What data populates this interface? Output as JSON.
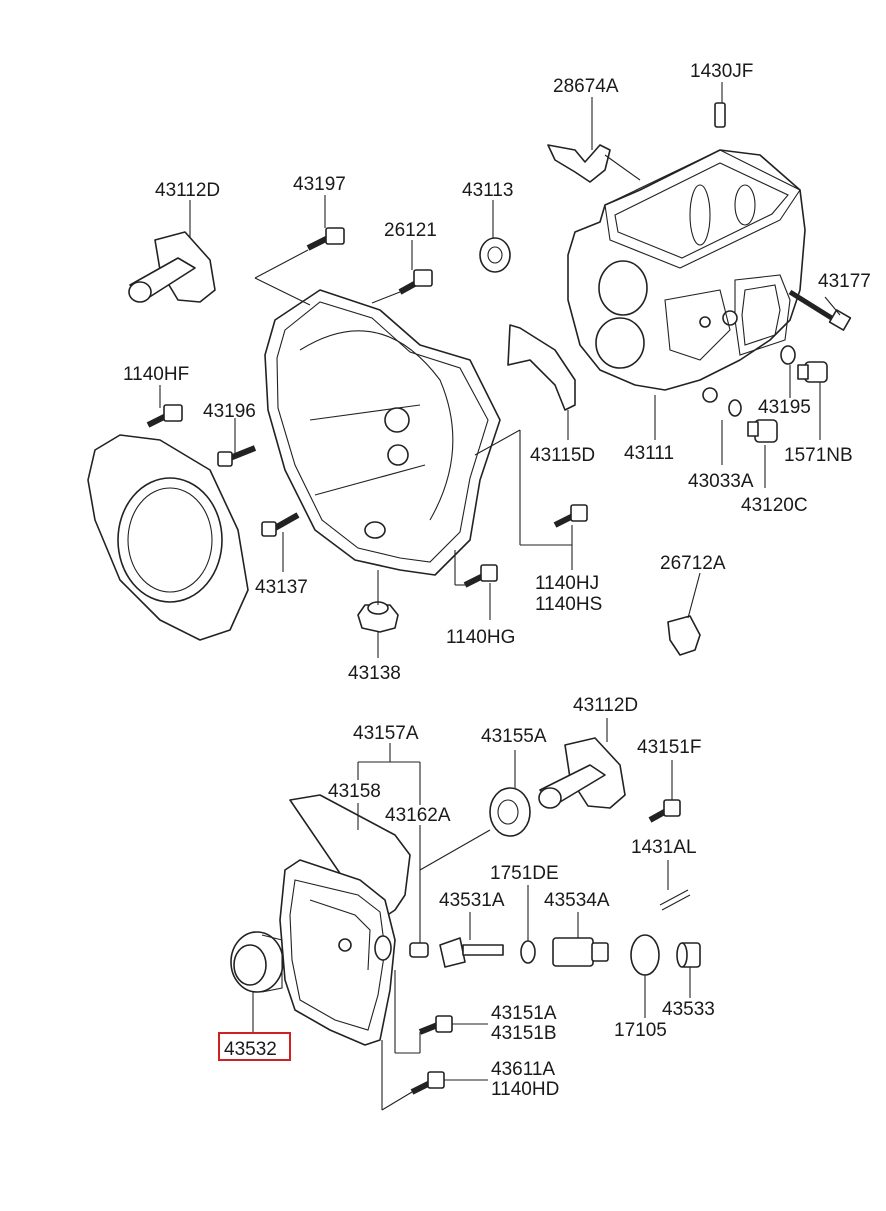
{
  "parts": [
    {
      "id": "p_28674A",
      "label": "28674A"
    },
    {
      "id": "p_1430JF",
      "label": "1430JF"
    },
    {
      "id": "p_43112D_top",
      "label": "43112D"
    },
    {
      "id": "p_43197",
      "label": "43197"
    },
    {
      "id": "p_43113",
      "label": "43113"
    },
    {
      "id": "p_26121",
      "label": "26121"
    },
    {
      "id": "p_43177",
      "label": "43177"
    },
    {
      "id": "p_1140HF",
      "label": "1140HF"
    },
    {
      "id": "p_43196",
      "label": "43196"
    },
    {
      "id": "p_43195",
      "label": "43195"
    },
    {
      "id": "p_43115D",
      "label": "43115D"
    },
    {
      "id": "p_43111",
      "label": "43111"
    },
    {
      "id": "p_1571NB",
      "label": "1571NB"
    },
    {
      "id": "p_43033A",
      "label": "43033A"
    },
    {
      "id": "p_43120C",
      "label": "43120C"
    },
    {
      "id": "p_26712A",
      "label": "26712A"
    },
    {
      "id": "p_43137",
      "label": "43137"
    },
    {
      "id": "p_1140HJ",
      "label": "1140HJ"
    },
    {
      "id": "p_1140HS",
      "label": "1140HS"
    },
    {
      "id": "p_1140HG",
      "label": "1140HG"
    },
    {
      "id": "p_43138",
      "label": "43138"
    },
    {
      "id": "p_43157A",
      "label": "43157A"
    },
    {
      "id": "p_43112D_bot",
      "label": "43112D"
    },
    {
      "id": "p_43155A",
      "label": "43155A"
    },
    {
      "id": "p_43151F",
      "label": "43151F"
    },
    {
      "id": "p_43158",
      "label": "43158"
    },
    {
      "id": "p_43162A",
      "label": "43162A"
    },
    {
      "id": "p_1431AL",
      "label": "1431AL"
    },
    {
      "id": "p_1751DE",
      "label": "1751DE"
    },
    {
      "id": "p_43531A",
      "label": "43531A"
    },
    {
      "id": "p_43534A",
      "label": "43534A"
    },
    {
      "id": "p_43532",
      "label": "43532",
      "highlighted": true
    },
    {
      "id": "p_43151A",
      "label": "43151A"
    },
    {
      "id": "p_43151B",
      "label": "43151B"
    },
    {
      "id": "p_17105",
      "label": "17105"
    },
    {
      "id": "p_43533",
      "label": "43533"
    },
    {
      "id": "p_43611A",
      "label": "43611A"
    },
    {
      "id": "p_1140HD",
      "label": "1140HD"
    }
  ],
  "colors": {
    "highlight": "#d02020",
    "ink": "#222222"
  }
}
